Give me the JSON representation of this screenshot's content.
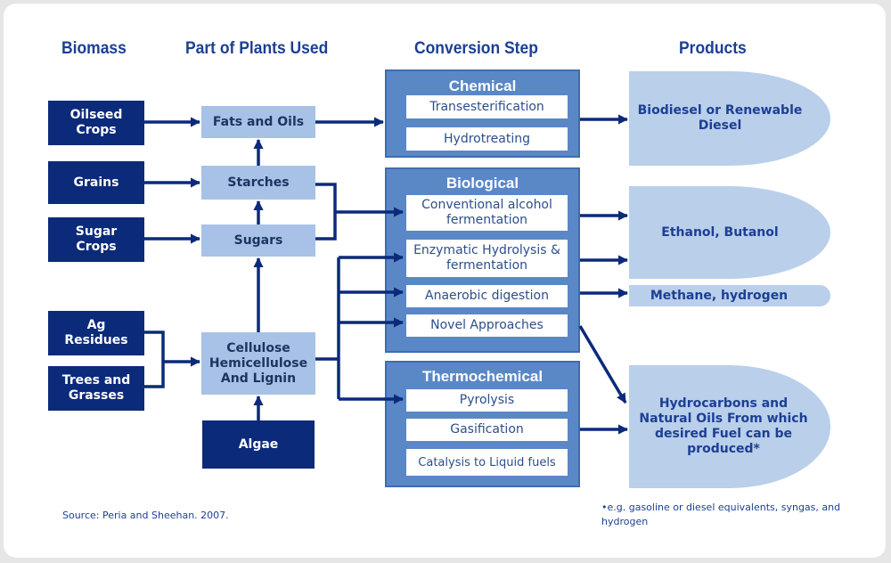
{
  "headers": {
    "biomass": "Biomass",
    "parts": "Part of Plants Used",
    "conversion": "Conversion Step",
    "products": "Products"
  },
  "biomass": {
    "oilseed": "Oilseed Crops",
    "grains": "Grains",
    "sugar": "Sugar Crops",
    "ag": "Ag Residues",
    "trees": "Trees and Grasses",
    "algae": "Algae"
  },
  "parts": {
    "fats": "Fats and Oils",
    "starches": "Starches",
    "sugars": "Sugars",
    "cellulose": "Cellulose Hemicellulose And Lignin"
  },
  "conversion": {
    "chemical": {
      "title": "Chemical",
      "steps": [
        "Transesterification",
        "Hydrotreating"
      ]
    },
    "biological": {
      "title": "Biological",
      "steps": [
        "Conventional alcohol fermentation",
        "Enzymatic Hydrolysis & fermentation",
        "Anaerobic digestion",
        "Novel Approaches"
      ]
    },
    "thermochemical": {
      "title": "Thermochemical",
      "steps": [
        "Pyrolysis",
        "Gasification",
        "Catalysis to Liquid fuels"
      ]
    }
  },
  "products": {
    "biodiesel": "Biodiesel or Renewable Diesel",
    "ethanol": "Ethanol, Butanol",
    "methane": "Methane, hydrogen",
    "hydrocarbons": "Hydrocarbons and Natural Oils From which desired Fuel can be produced*"
  },
  "footnote": "•e.g. gasoline or diesel equivalents, syngas, and hydrogen",
  "source": "Source: Peria and Sheehan. 2007.",
  "colors": {
    "dark_box": "#0c2a7a",
    "light_box": "#a7c2e6",
    "panel": "#5a87c6",
    "product": "#b9cfea",
    "arrow": "#0c2a7a",
    "heading": "#1c3f94"
  }
}
